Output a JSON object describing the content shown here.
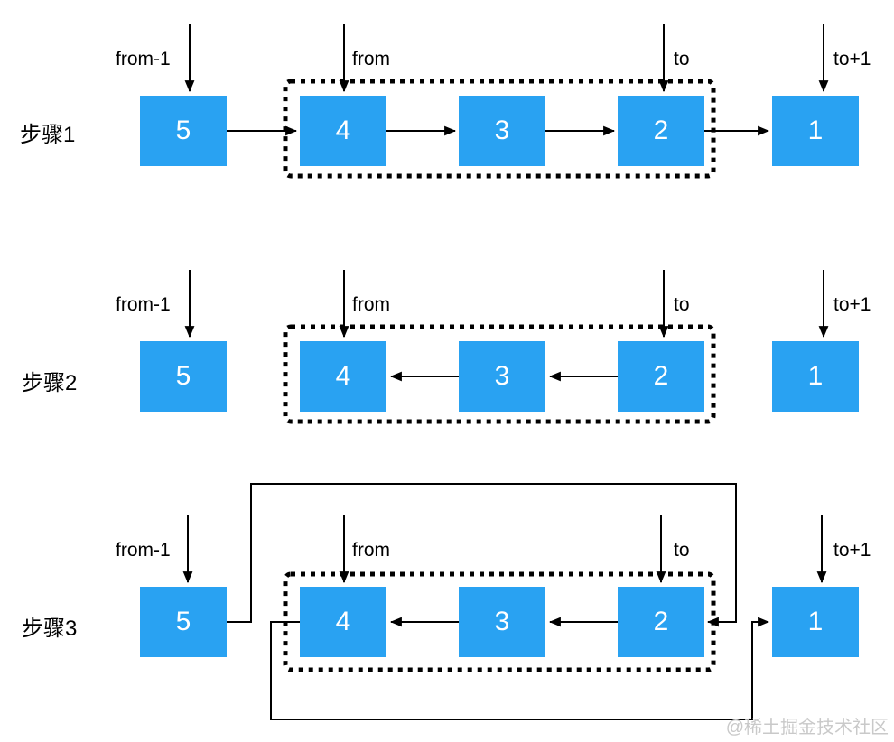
{
  "watermark": {
    "text": "@稀土掘金技术社区"
  },
  "labels": {
    "from_minus_1": "from-1",
    "from": "from",
    "to": "to",
    "to_plus_1": "to+1"
  },
  "steps": [
    {
      "label": "步骤1",
      "nodes": [
        "5",
        "4",
        "3",
        "2",
        "1"
      ],
      "sublist_nodes": [
        "4",
        "3",
        "2"
      ],
      "pointers": {
        "from-1": "5",
        "from": "4",
        "to": "2",
        "to+1": "1"
      },
      "connections": [
        "5→4",
        "4→3",
        "3→2",
        "2→1"
      ]
    },
    {
      "label": "步骤2",
      "nodes": [
        "5",
        "4",
        "3",
        "2",
        "1"
      ],
      "sublist_nodes": [
        "4",
        "3",
        "2"
      ],
      "pointers": {
        "from-1": "5",
        "from": "4",
        "to": "2",
        "to+1": "1"
      },
      "connections": [
        "3→4",
        "2→3"
      ]
    },
    {
      "label": "步骤3",
      "nodes": [
        "5",
        "4",
        "3",
        "2",
        "1"
      ],
      "sublist_nodes": [
        "4",
        "3",
        "2"
      ],
      "pointers": {
        "from-1": "5",
        "from": "4",
        "to": "2",
        "to+1": "1"
      },
      "connections": [
        "3→4",
        "2→3",
        "5→2",
        "4→1"
      ]
    }
  ],
  "colors": {
    "node_fill": "#29A2F2",
    "node_text": "#ffffff",
    "line": "#000000",
    "label_text": "#000000",
    "watermark": "#c9c9c9",
    "background": "#ffffff"
  }
}
